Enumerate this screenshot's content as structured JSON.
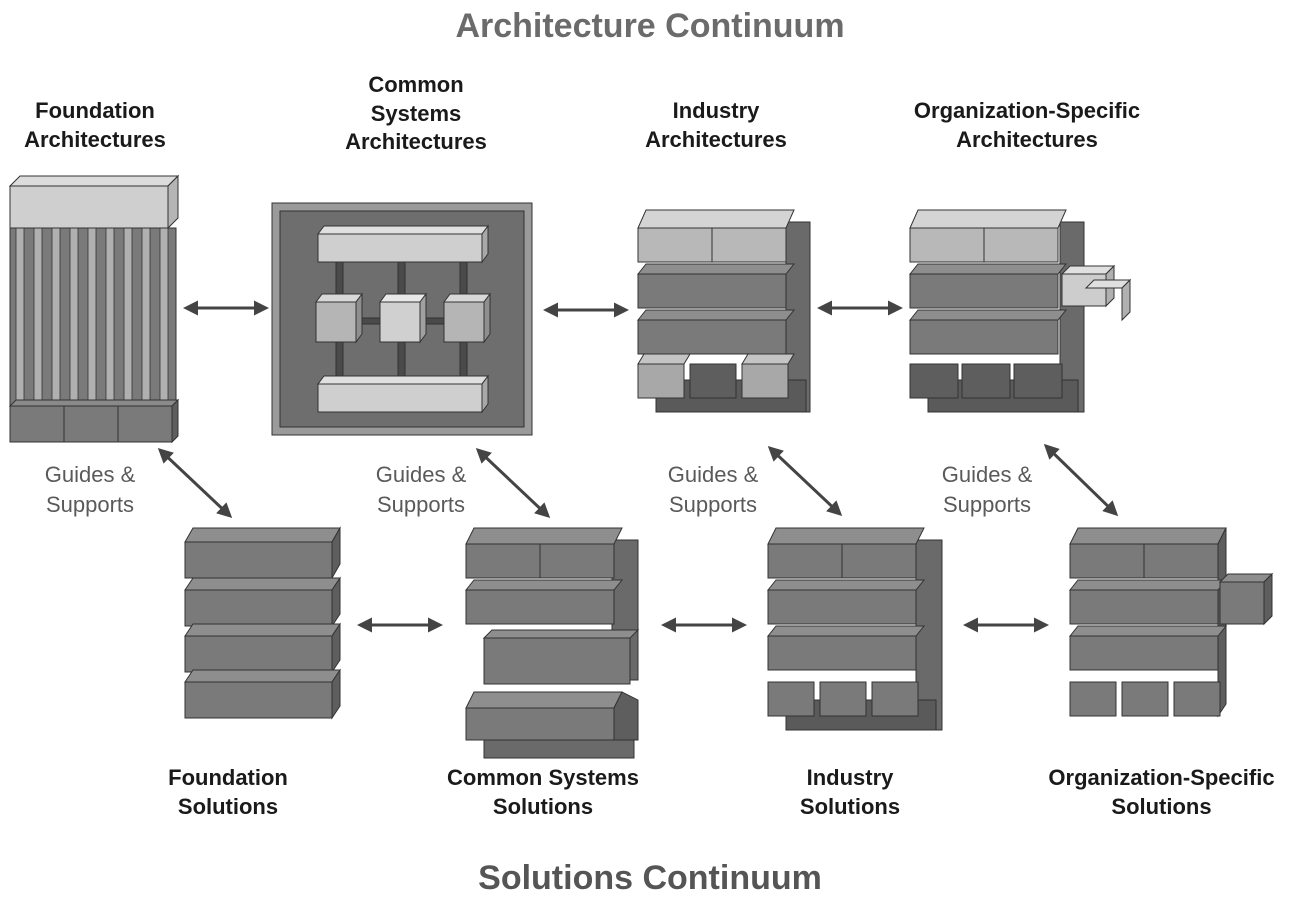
{
  "titles": {
    "architecture_continuum": "Architecture Continuum",
    "solutions_continuum": "Solutions Continuum"
  },
  "architectures": [
    {
      "line1": "Foundation",
      "line2": "Architectures",
      "line3": ""
    },
    {
      "line1": "Common",
      "line2": "Systems",
      "line3": "Architectures"
    },
    {
      "line1": "Industry",
      "line2": "Architectures",
      "line3": ""
    },
    {
      "line1": "Organization-Specific",
      "line2": "Architectures",
      "line3": ""
    }
  ],
  "solutions": [
    {
      "line1": "Foundation",
      "line2": "Solutions"
    },
    {
      "line1": "Common Systems",
      "line2": "Solutions"
    },
    {
      "line1": "Industry",
      "line2": "Solutions"
    },
    {
      "line1": "Organization-Specific",
      "line2": "Solutions"
    }
  ],
  "guides": [
    {
      "line1": "Guides &",
      "line2": "Supports"
    },
    {
      "line1": "Guides &",
      "line2": "Supports"
    },
    {
      "line1": "Guides &",
      "line2": "Supports"
    },
    {
      "line1": "Guides &",
      "line2": "Supports"
    }
  ],
  "colors": {
    "block_dark": "#7a7a7a",
    "block_light": "#c8c8c8",
    "block_mid": "#a6a6a6",
    "arrow": "#444444",
    "frame_bg": "#6e6e6e"
  }
}
